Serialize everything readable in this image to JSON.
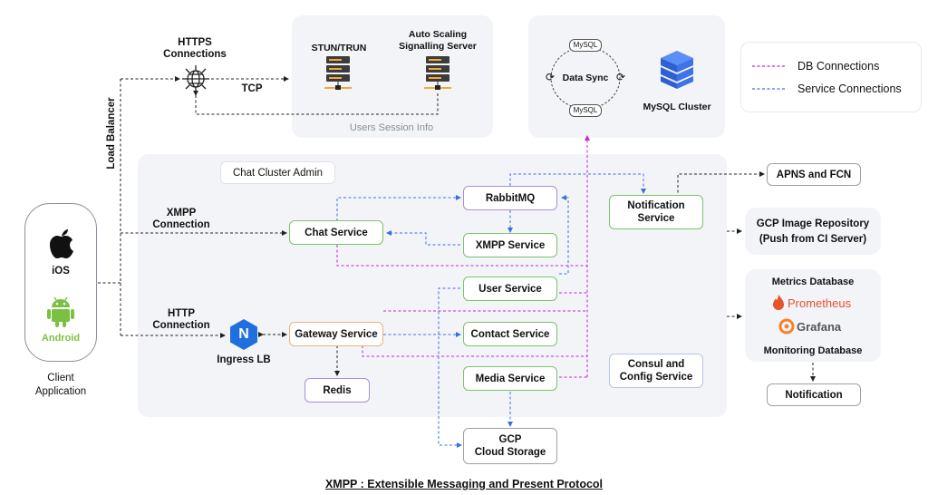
{
  "client": {
    "ios_label": "iOS",
    "android_label": "Android",
    "title_line1": "Client",
    "title_line2": "Application"
  },
  "load_balancer_label": "Load Balancer",
  "https": {
    "line1": "HTTPS",
    "line2": "Connections"
  },
  "tcp_label": "TCP",
  "xmpp_conn": {
    "line1": "XMPP",
    "line2": "Connection"
  },
  "http_conn": {
    "line1": "HTTP",
    "line2": "Connection"
  },
  "session_panel": {
    "stun_label": "STUN/TRUN",
    "signalling_line1": "Auto Scaling",
    "signalling_line2": "Signalling Server",
    "footer": "Users Session Info"
  },
  "db_panel": {
    "mysql_tag_top": "MySQL",
    "mysql_tag_bottom": "MySQL",
    "data_sync": "Data Sync",
    "mysql_cluster": "MySQL Cluster"
  },
  "legend": {
    "db_connections": "DB Connections",
    "service_connections": "Service Connections",
    "db_color": "#c026d3",
    "service_color": "#3b6fe0"
  },
  "main": {
    "cluster_admin": "Chat Cluster Admin",
    "rabbitmq": "RabbitMQ",
    "chat_service": "Chat Service",
    "xmpp_service": "XMPP Service",
    "user_service": "User Service",
    "gateway_service": "Gateway Service",
    "contact_service": "Contact Service",
    "media_service": "Media Service",
    "redis": "Redis",
    "ingress_lb": "Ingress LB",
    "ingress_letter": "N",
    "notification_line1": "Notification",
    "notification_line2": "Service",
    "consul_line1": "Consul and",
    "consul_line2": "Config Service"
  },
  "gcp_storage": {
    "line1": "GCP",
    "line2": "Cloud Storage"
  },
  "right": {
    "apns": "APNS and FCN",
    "gcp_repo_line1": "GCP Image Repository",
    "gcp_repo_line2": "(Push from CI Server)",
    "metrics_title": "Metrics Database",
    "prometheus": "Prometheus",
    "grafana": "Grafana",
    "monitoring": "Monitoring Database",
    "notification": "Notification"
  },
  "footer_caption": "XMPP : Extensible Messaging and Present Protocol"
}
